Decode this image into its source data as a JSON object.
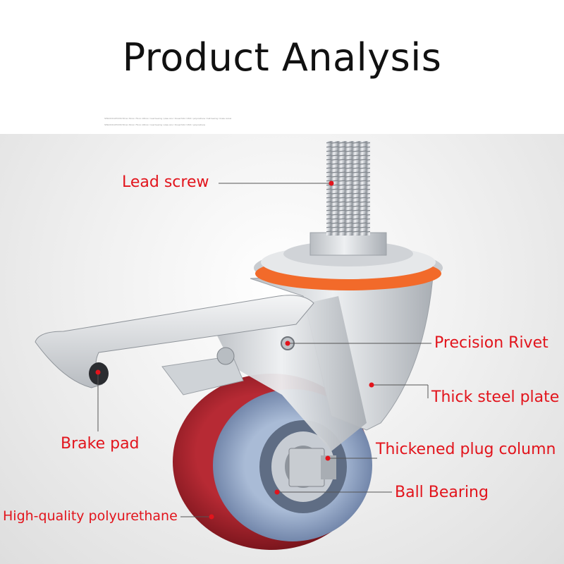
{
  "title": "Product Analysis",
  "fine_print": [
    "SPECIFICATIONS 50mm 63mm 75mm 100mm / load bearing / plate size / thread M12 / M16 / polyurethane / ball bearing / brake swivel",
    "SPECIFICATIONS 50mm 63mm 75mm 100mm / load bearing / plate size / thread M12 / M16 / polyurethane"
  ],
  "labels": {
    "lead_screw": "Lead screw",
    "precision_rivet": "Precision Rivet",
    "thick_steel_plate": "Thick steel plate",
    "brake_pad": "Brake pad",
    "thickened_plug_column": "Thickened plug column",
    "ball_bearing": "Ball Bearing",
    "polyurethane": "High-quality polyurethane"
  },
  "colors": {
    "label_red": "#e2141c",
    "wheel_red": "#8e1a22",
    "hub_blue": "#8ea3c4",
    "ring_orange": "#f26a2a",
    "steel": "#d5d8dc"
  }
}
